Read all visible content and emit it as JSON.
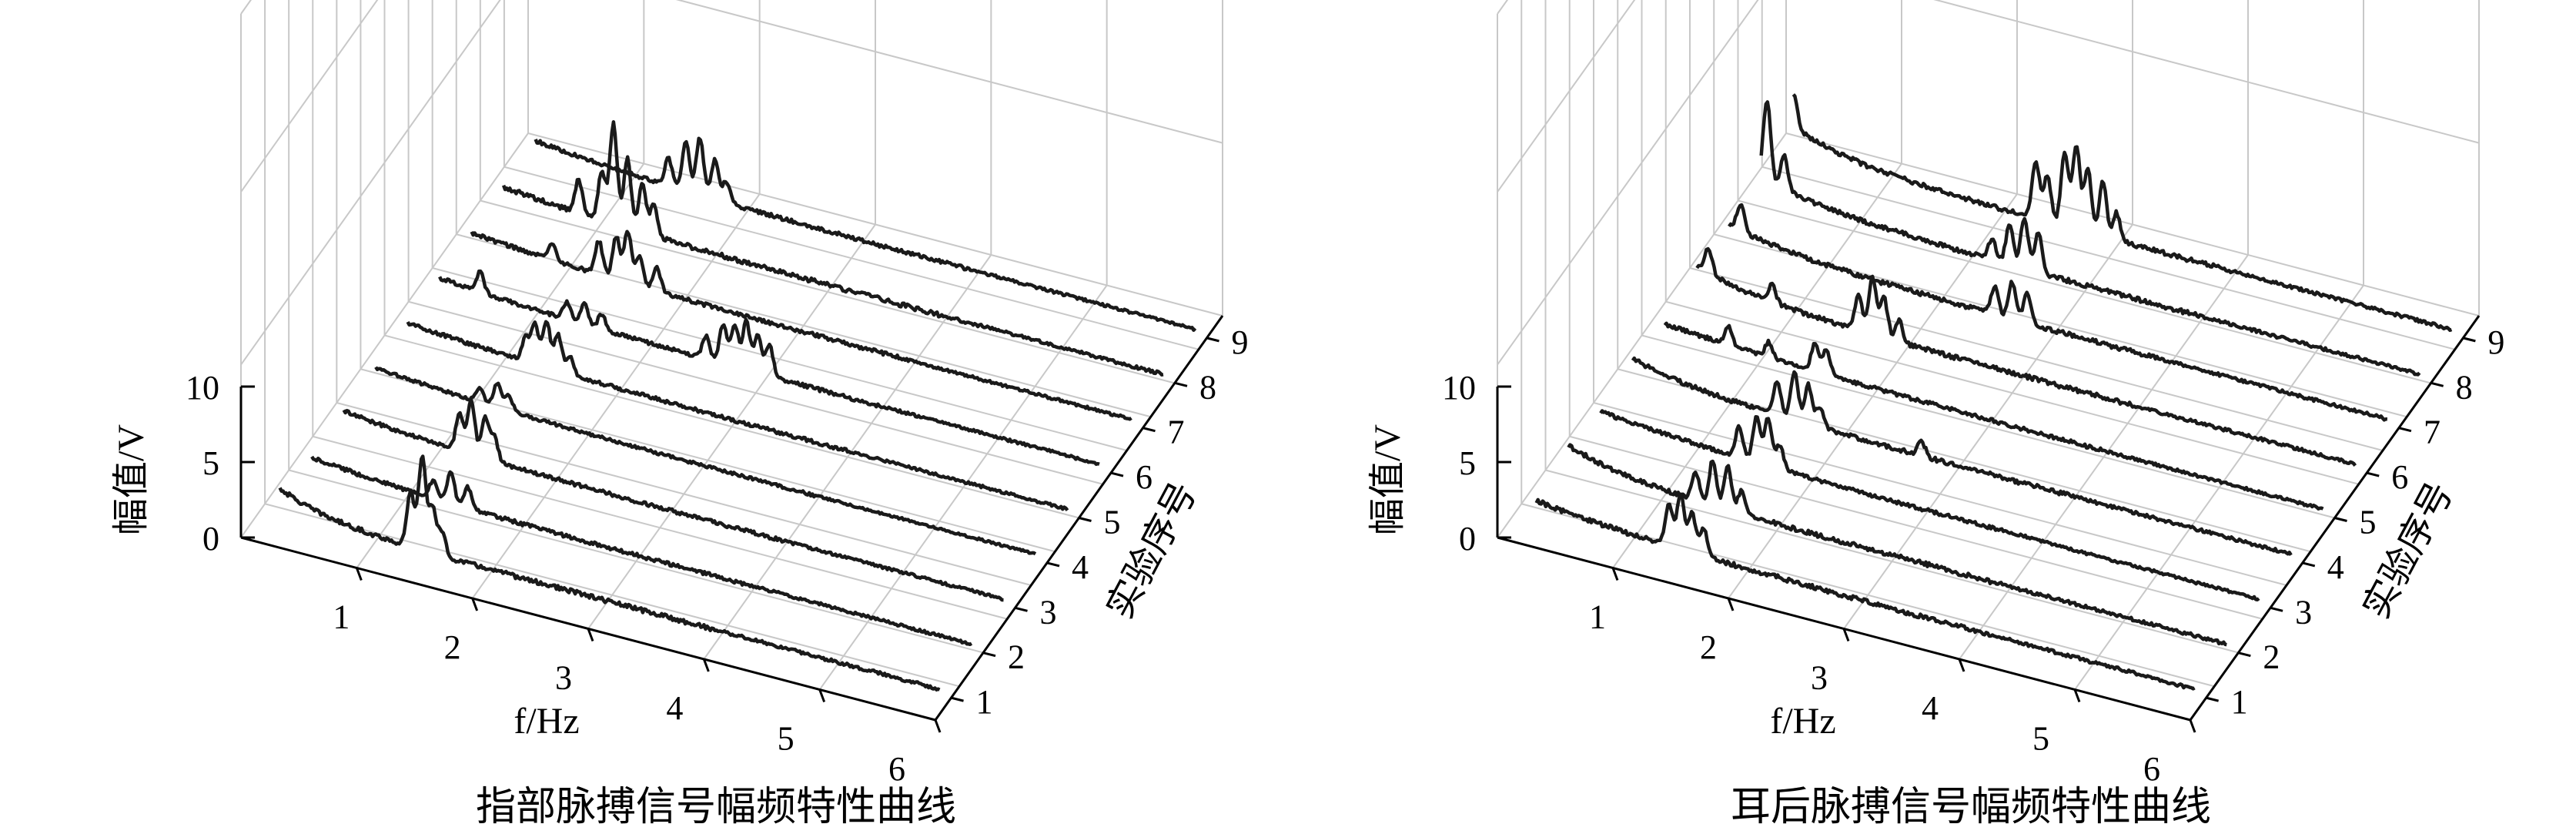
{
  "figure": {
    "panels": [
      {
        "caption": "指部脉搏信号幅频特性曲线"
      },
      {
        "caption": "耳后脉搏信号幅频特性曲线"
      }
    ]
  },
  "chart_data": [
    {
      "type": "line",
      "subtype": "3d-waterfall",
      "title": "指部脉搏信号幅频特性曲线",
      "xlabel": "f/Hz",
      "ylabel": "实验序号",
      "zlabel": "幅值/V",
      "xlim": [
        0,
        6
      ],
      "ylim": [
        1,
        9
      ],
      "zlim": [
        0,
        10
      ],
      "x_ticks": [
        "1",
        "2",
        "3",
        "4",
        "5",
        "6"
      ],
      "y_ticks": [
        "1",
        "2",
        "3",
        "4",
        "5",
        "6",
        "7",
        "8",
        "9"
      ],
      "z_ticks": [
        "0",
        "5",
        "10"
      ],
      "grid": true,
      "line_color": "#1a1a1a",
      "series": [
        {
          "name": "1",
          "base": 2.6,
          "slope": 2.4,
          "peaks": [
            [
              1.33,
              3.6
            ],
            [
              1.43,
              6.2
            ],
            [
              1.52,
              3.0
            ],
            [
              1.6,
              1.5
            ]
          ],
          "noise": 0.3
        },
        {
          "name": "2",
          "base": 0.9,
          "slope": 1.3,
          "peaks": [
            [
              1.25,
              1.2
            ],
            [
              1.4,
              2.1
            ],
            [
              1.55,
              1.4
            ]
          ],
          "noise": 0.25
        },
        {
          "name": "3",
          "base": 1.0,
          "slope": 1.2,
          "peaks": [
            [
              1.2,
              2.4
            ],
            [
              1.3,
              3.6
            ],
            [
              1.42,
              2.7
            ],
            [
              1.5,
              1.6
            ]
          ],
          "noise": 0.25
        },
        {
          "name": "4",
          "base": 0.8,
          "slope": 1.0,
          "peaks": [
            [
              1.1,
              1.0
            ],
            [
              1.25,
              1.6
            ],
            [
              1.35,
              1.0
            ]
          ],
          "noise": 0.2
        },
        {
          "name": "5",
          "base": 0.8,
          "slope": 1.0,
          "peaks": [
            [
              1.22,
              1.6
            ],
            [
              1.3,
              2.6
            ],
            [
              1.4,
              3.0
            ],
            [
              1.5,
              2.4
            ],
            [
              1.6,
              1.2
            ]
          ],
          "noise": 0.25
        },
        {
          "name": "6",
          "base": 0.8,
          "slope": 1.0,
          "peaks": [
            [
              0.55,
              1.3
            ],
            [
              1.3,
              1.1
            ],
            [
              1.45,
              1.4
            ],
            [
              1.6,
              1.0
            ],
            [
              2.5,
              1.5
            ],
            [
              2.65,
              2.6
            ],
            [
              2.75,
              2.8
            ],
            [
              2.85,
              3.2
            ],
            [
              2.95,
              2.6
            ],
            [
              3.05,
              2.0
            ]
          ],
          "noise": 0.25
        },
        {
          "name": "7",
          "base": 0.8,
          "slope": 1.0,
          "peaks": [
            [
              0.9,
              1.1
            ],
            [
              1.3,
              2.2
            ],
            [
              1.45,
              2.8
            ],
            [
              1.55,
              3.4
            ],
            [
              1.65,
              2.0
            ],
            [
              1.8,
              1.6
            ]
          ],
          "noise": 0.25
        },
        {
          "name": "8",
          "base": 0.9,
          "slope": 1.1,
          "peaks": [
            [
              0.85,
              2.2
            ],
            [
              1.05,
              3.2
            ],
            [
              1.15,
              6.6
            ],
            [
              1.27,
              4.6
            ],
            [
              1.4,
              3.2
            ],
            [
              1.5,
              2.0
            ]
          ],
          "noise": 0.3
        },
        {
          "name": "9",
          "base": 1.0,
          "slope": 1.1,
          "peaks": [
            [
              1.35,
              1.8
            ],
            [
              1.5,
              3.2
            ],
            [
              1.62,
              3.8
            ],
            [
              1.75,
              2.6
            ],
            [
              1.85,
              1.4
            ]
          ],
          "noise": 0.25
        }
      ]
    },
    {
      "type": "line",
      "subtype": "3d-waterfall",
      "title": "耳后脉搏信号幅频特性曲线",
      "xlabel": "f/Hz",
      "ylabel": "实验序号",
      "zlabel": "幅值/V",
      "xlim": [
        0,
        6
      ],
      "ylim": [
        1,
        9
      ],
      "zlim": [
        0,
        10
      ],
      "x_ticks": [
        "1",
        "2",
        "3",
        "4",
        "5",
        "6"
      ],
      "y_ticks": [
        "1",
        "2",
        "3",
        "4",
        "5",
        "6",
        "7",
        "8",
        "9"
      ],
      "z_ticks": [
        "0",
        "5",
        "10"
      ],
      "grid": true,
      "line_color": "#1a1a1a",
      "series": [
        {
          "name": "1",
          "base": 1.0,
          "slope": 1.2,
          "peaks": [
            [
              1.35,
              2.8
            ],
            [
              1.45,
              3.6
            ],
            [
              1.55,
              2.6
            ],
            [
              1.65,
              1.8
            ]
          ],
          "noise": 0.3
        },
        {
          "name": "2",
          "base": 2.2,
          "slope": 2.0,
          "peaks": [
            [
              1.3,
              1.8
            ],
            [
              1.45,
              3.0
            ],
            [
              1.58,
              2.8
            ],
            [
              1.7,
              1.5
            ]
          ],
          "noise": 0.3
        },
        {
          "name": "3",
          "base": 0.9,
          "slope": 1.0,
          "peaks": [
            [
              1.4,
              2.0
            ],
            [
              1.55,
              3.0
            ],
            [
              1.65,
              3.2
            ],
            [
              1.75,
              1.6
            ]
          ],
          "noise": 0.25
        },
        {
          "name": "4",
          "base": 1.8,
          "slope": 1.8,
          "peaks": [
            [
              1.45,
              2.2
            ],
            [
              1.6,
              3.2
            ],
            [
              1.72,
              2.6
            ],
            [
              1.82,
              1.4
            ],
            [
              2.7,
              1.0
            ]
          ],
          "noise": 0.3
        },
        {
          "name": "5",
          "base": 0.7,
          "slope": 0.9,
          "peaks": [
            [
              0.75,
              1.2
            ],
            [
              1.1,
              1.0
            ],
            [
              1.5,
              1.8
            ],
            [
              1.6,
              1.6
            ]
          ],
          "noise": 0.25
        },
        {
          "name": "6",
          "base": 2.0,
          "slope": 1.8,
          "peaks": [
            [
              0.3,
              1.6
            ],
            [
              0.85,
              1.2
            ],
            [
              1.6,
              2.4
            ],
            [
              1.72,
              3.8
            ],
            [
              1.82,
              2.6
            ],
            [
              1.95,
              1.4
            ]
          ],
          "noise": 0.3
        },
        {
          "name": "7",
          "base": 1.6,
          "slope": 1.6,
          "peaks": [
            [
              0.3,
              1.8
            ],
            [
              2.5,
              1.8
            ],
            [
              2.65,
              2.4
            ],
            [
              2.78,
              2.0
            ]
          ],
          "noise": 0.3
        },
        {
          "name": "8",
          "base": 1.8,
          "slope": 1.6,
          "peaks": [
            [
              0.25,
              5.4
            ],
            [
              0.4,
              2.2
            ],
            [
              2.2,
              1.4
            ],
            [
              2.35,
              2.6
            ],
            [
              2.48,
              3.4
            ],
            [
              2.6,
              2.6
            ]
          ],
          "noise": 0.3
        },
        {
          "name": "9",
          "base": 2.6,
          "slope": 2.0,
          "peaks": [
            [
              0.2,
              2.2
            ],
            [
              2.3,
              3.8
            ],
            [
              2.4,
              3.0
            ],
            [
              2.55,
              4.8
            ],
            [
              2.65,
              5.6
            ],
            [
              2.75,
              4.2
            ],
            [
              2.88,
              3.6
            ],
            [
              3.0,
              1.8
            ]
          ],
          "noise": 0.3
        }
      ]
    }
  ]
}
